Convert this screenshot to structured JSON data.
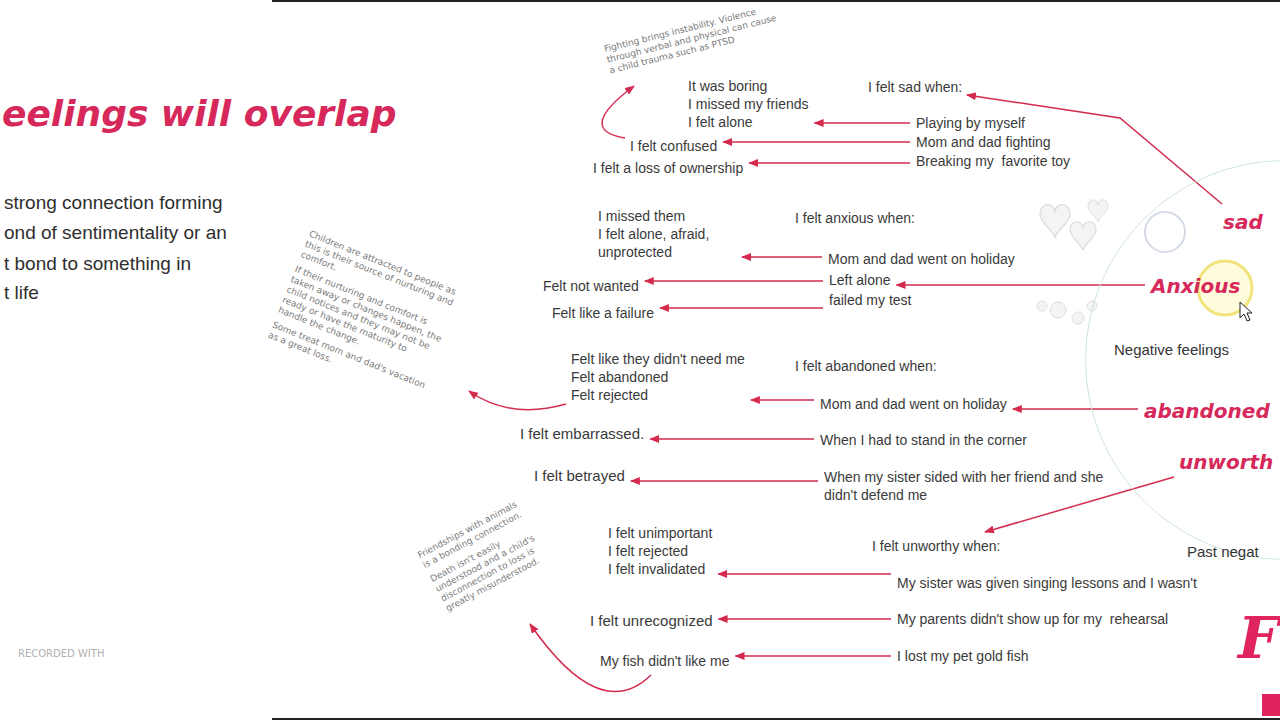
{
  "diagram": {
    "title": "eelings will overlap",
    "nodes": [
      {
        "text": [
          "Negative feelings",
          "Past negat"
        ]
      },
      {
        "text": [
          "sad"
        ],
        "in": 0
      },
      {
        "text": [
          "Anxious"
        ],
        "in": 0
      },
      {
        "text": [
          "abandoned"
        ],
        "in": 0
      },
      {
        "text": [
          "unworth"
        ],
        "in": 0
      },
      {
        "text": [
          "Fighting brings instability. Violence through verbal and physical can cause a child trauma such as PTSD"
        ]
      },
      {
        "text": [
          "I felt sad when:"
        ]
      },
      {
        "text": [
          "It was boring",
          "I missed my friends",
          "I felt alone"
        ]
      },
      {
        "text": [
          "Playing by myself"
        ]
      },
      {
        "text": [
          "I felt confused"
        ]
      },
      {
        "text": [
          "Mom and dad fighting"
        ]
      },
      {
        "text": [
          "I felt a loss of ownership"
        ]
      },
      {
        "text": [
          "Breaking my  favorite toy"
        ]
      },
      {
        "text": [
          "I felt anxious when:"
        ]
      },
      {
        "text": [
          "I missed them",
          "I felt alone, afraid, unprotected"
        ]
      },
      {
        "text": [
          "Mom and dad went on holiday"
        ]
      },
      {
        "text": [
          "Felt not wanted"
        ]
      },
      {
        "text": [
          "Left alone"
        ]
      },
      {
        "text": [
          "Felt like a failure"
        ]
      },
      {
        "text": [
          "failed my test"
        ]
      },
      {
        "text": [
          "Children are attracted to people as this is their source of nurturing and comfort.",
          "If their nurturing and comfort is taken away or changes happen, the child notices and they may not be ready or have the maturity to handle the change.",
          "Some treat mom and dad's vacation as a great loss."
        ]
      },
      {
        "text": [
          "Felt like they didn't need me",
          "Felt abandoned",
          "Felt rejected"
        ]
      },
      {
        "text": [
          "I felt abandoned when:"
        ]
      },
      {
        "text": [
          "Mom and dad went on holiday"
        ]
      },
      {
        "text": [
          "I felt embarrassed."
        ]
      },
      {
        "text": [
          "When I had to stand in the corner"
        ]
      },
      {
        "text": [
          "I felt betrayed"
        ]
      },
      {
        "text": [
          "When my sister sided with her friend and she didn't defend me"
        ]
      },
      {
        "text": [
          "Friendships with animals is a bonding connection.",
          "Death isn't easily understood and a child's disconnection to loss is greatly misunderstood."
        ]
      },
      {
        "text": [
          "I felt unworthy when:"
        ]
      },
      {
        "text": [
          "I felt unimportant",
          "I felt rejected",
          "I felt invalidated"
        ]
      },
      {
        "text": [
          "My sister was given singing lessons and I wasn't"
        ]
      },
      {
        "text": [
          "I felt unrecognized"
        ]
      },
      {
        "text": [
          "My parents didn't show up for my  rehearsal"
        ]
      },
      {
        "text": [
          "My fish didn't like me"
        ]
      },
      {
        "text": [
          "I lost my pet gold fish"
        ]
      }
    ],
    "edges": [
      {
        "from": 1,
        "to": 6,
        "arrow": "to"
      },
      {
        "from": 8,
        "to": 7,
        "arrow": "to"
      },
      {
        "from": 10,
        "to": 9,
        "arrow": "to"
      },
      {
        "from": 12,
        "to": 11,
        "arrow": "to"
      },
      {
        "from": 9,
        "to": 5,
        "arrow": "to"
      },
      {
        "from": 2,
        "to": 17,
        "arrow": "to"
      },
      {
        "from": 15,
        "to": 14,
        "arrow": "to"
      },
      {
        "from": 17,
        "to": 16,
        "arrow": "to"
      },
      {
        "from": 19,
        "to": 18,
        "arrow": "to"
      },
      {
        "from": 3,
        "to": 23,
        "arrow": "to"
      },
      {
        "from": 23,
        "to": 21,
        "arrow": "to"
      },
      {
        "from": 25,
        "to": 24,
        "arrow": "to"
      },
      {
        "from": 27,
        "to": 26,
        "arrow": "to"
      },
      {
        "from": 21,
        "to": 20,
        "arrow": "to"
      },
      {
        "from": 4,
        "to": 29,
        "arrow": "to"
      },
      {
        "from": 31,
        "to": 30,
        "arrow": "to"
      },
      {
        "from": 33,
        "to": 32,
        "arrow": "to"
      },
      {
        "from": 35,
        "to": 34,
        "arrow": "to"
      },
      {
        "from": 34,
        "to": 28,
        "arrow": "to"
      }
    ],
    "labels": [
      "strong connection forming",
      "ond of sentimentality or an",
      "t bond to something in",
      "t life",
      "RECORDED WITH",
      "F"
    ]
  }
}
